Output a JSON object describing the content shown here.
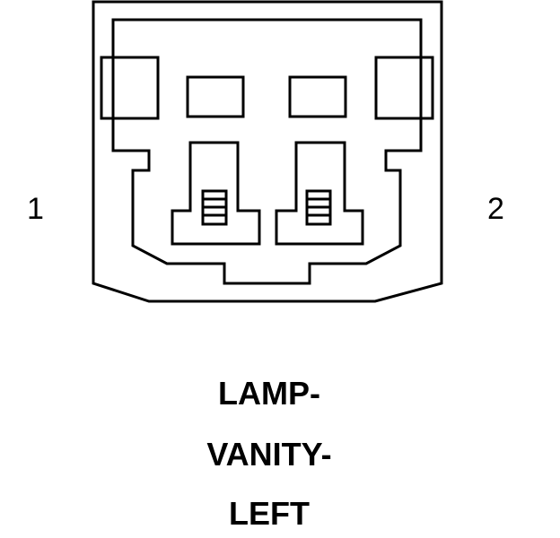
{
  "diagram": {
    "pin_left": "1",
    "pin_right": "2",
    "caption": [
      "LAMP-",
      "VANITY-",
      "LEFT"
    ]
  },
  "colors": {
    "stroke": "#000000",
    "background": "#ffffff"
  }
}
